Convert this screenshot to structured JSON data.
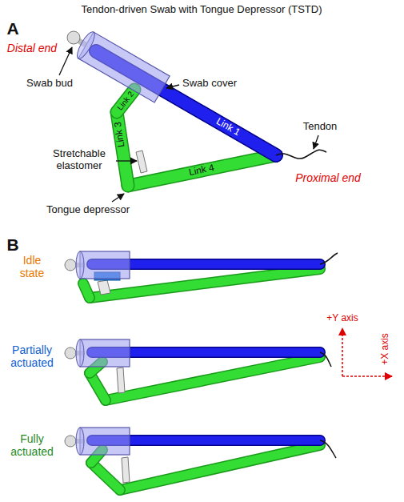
{
  "diagram": {
    "title": "Tendon-driven Swab with Tongue Depressor (TSTD)",
    "labels": [
      "A",
      "Distal end",
      "Swab cover",
      "Swab bud",
      "Link 2",
      "Link 1",
      "Link 3",
      "Stretchable elastomer",
      "Tongue depressor",
      "Link 4",
      "Tendon",
      "Proximal end",
      "B",
      "Idle state",
      "Partially actuated",
      "+Y axis",
      "+X axis",
      "Fully actuated"
    ]
  }
}
